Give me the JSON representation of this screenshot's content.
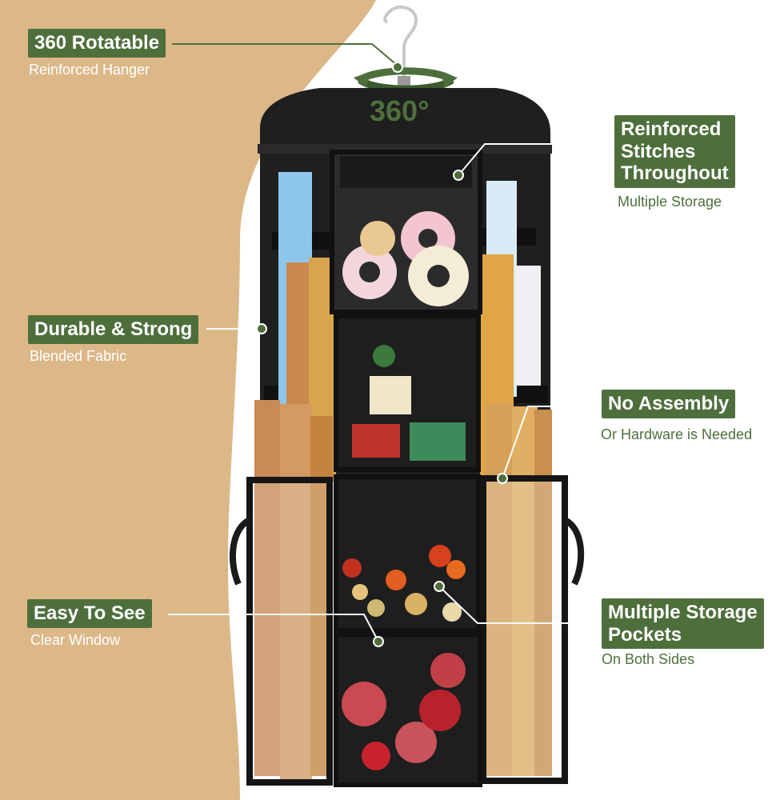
{
  "colors": {
    "accent": "#4e6f3c",
    "background_tan": "#dcb889",
    "bag": "#1c1c1c"
  },
  "rotation_text": "360°",
  "callouts": [
    {
      "title": "360 Rotatable",
      "subtitle": "Reinforced Hanger"
    },
    {
      "title": "Reinforced\nStitches\nThroughout",
      "subtitle": "Multiple Storage"
    },
    {
      "title": "Durable & Strong",
      "subtitle": "Blended Fabric"
    },
    {
      "title": "No Assembly",
      "subtitle": "Or Hardware is Needed"
    },
    {
      "title": "Easy To See",
      "subtitle": "Clear Window"
    },
    {
      "title": "Multiple Storage\nPockets",
      "subtitle": "On Both Sides"
    }
  ]
}
